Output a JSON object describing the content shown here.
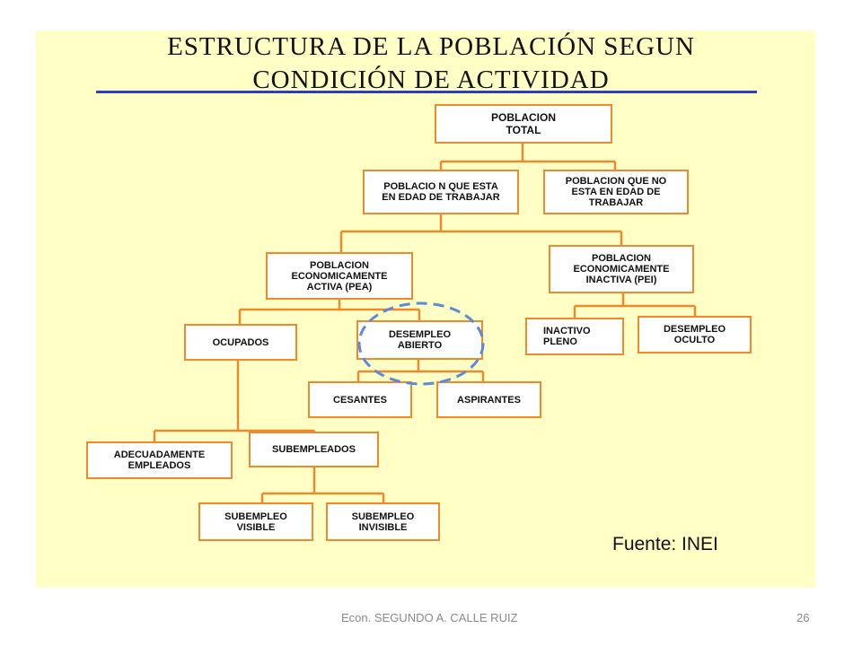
{
  "title": {
    "line1": "ESTRUCTURA DE LA POBLACIÓN SEGUN",
    "line2": "CONDICIÓN DE ACTIVIDAD"
  },
  "nodes": {
    "poblacion_total": "POBLACION\nTOTAL",
    "edad_trabajar": "POBLACIO N QUE ESTA\nEN EDAD DE TRABAJAR",
    "no_edad_trabajar": "POBLACION QUE NO\nESTA EN EDAD DE\nTRABAJAR",
    "pea": "POBLACION\nECONOMICAMENTE\nACTIVA (PEA)",
    "pei": "POBLACION\nECONOMICAMENTE\nINACTIVA (PEI)",
    "ocupados": "OCUPADOS",
    "desempleo_abierto": "DESEMPLEO\nABIERTO",
    "inactivo_pleno": "INACTIVO\nPLENO",
    "desempleo_oculto": "DESEMPLEO\nOCULTO",
    "cesantes": "CESANTES",
    "aspirantes": "ASPIRANTES",
    "adecuadamente_empleados": "ADECUADAMENTE\nEMPLEADOS",
    "subempleados": "SUBEMPLEADOS",
    "subempleo_visible": "SUBEMPLEO\nVISIBLE",
    "subempleo_invisible": "SUBEMPLEO\nINVISIBLE"
  },
  "source": "Fuente: INEI",
  "footer": {
    "author": "Econ. SEGUNDO A. CALLE RUIZ",
    "page": "26"
  },
  "colors": {
    "panel_background": "#ffffc6",
    "box_border": "#ee8a2e",
    "connector": "#ee8a2e",
    "title_rule": "#2d3bc7",
    "highlight_ellipse": "#5b8bd6"
  }
}
